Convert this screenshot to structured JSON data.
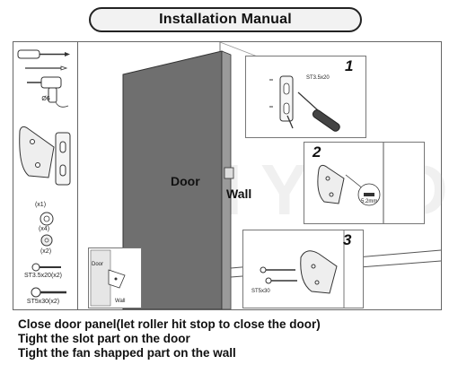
{
  "title": "Installation Manual",
  "watermark": "DIYHD",
  "parts": {
    "drill_label": "Ø6",
    "bracket_qty": "(x1)",
    "ring_qty": "(x4)",
    "washer_qty": "(x2)",
    "screw1": "ST3.5x20(x2)",
    "screw2": "ST5x30(x2)"
  },
  "main": {
    "door_label": "Door",
    "wall_label": "Wall",
    "inset_door": "Door",
    "inset_wall": "Wall"
  },
  "steps": [
    {
      "number": "1",
      "screw": "ST3.5x20"
    },
    {
      "number": "2",
      "screw": "5.2mm"
    },
    {
      "number": "3",
      "screw": "ST5x30"
    }
  ],
  "instructions": [
    "Close door panel(let roller hit stop to close the door)",
    "Tight the slot part on the door",
    "Tight the fan shapped part on the wall"
  ]
}
